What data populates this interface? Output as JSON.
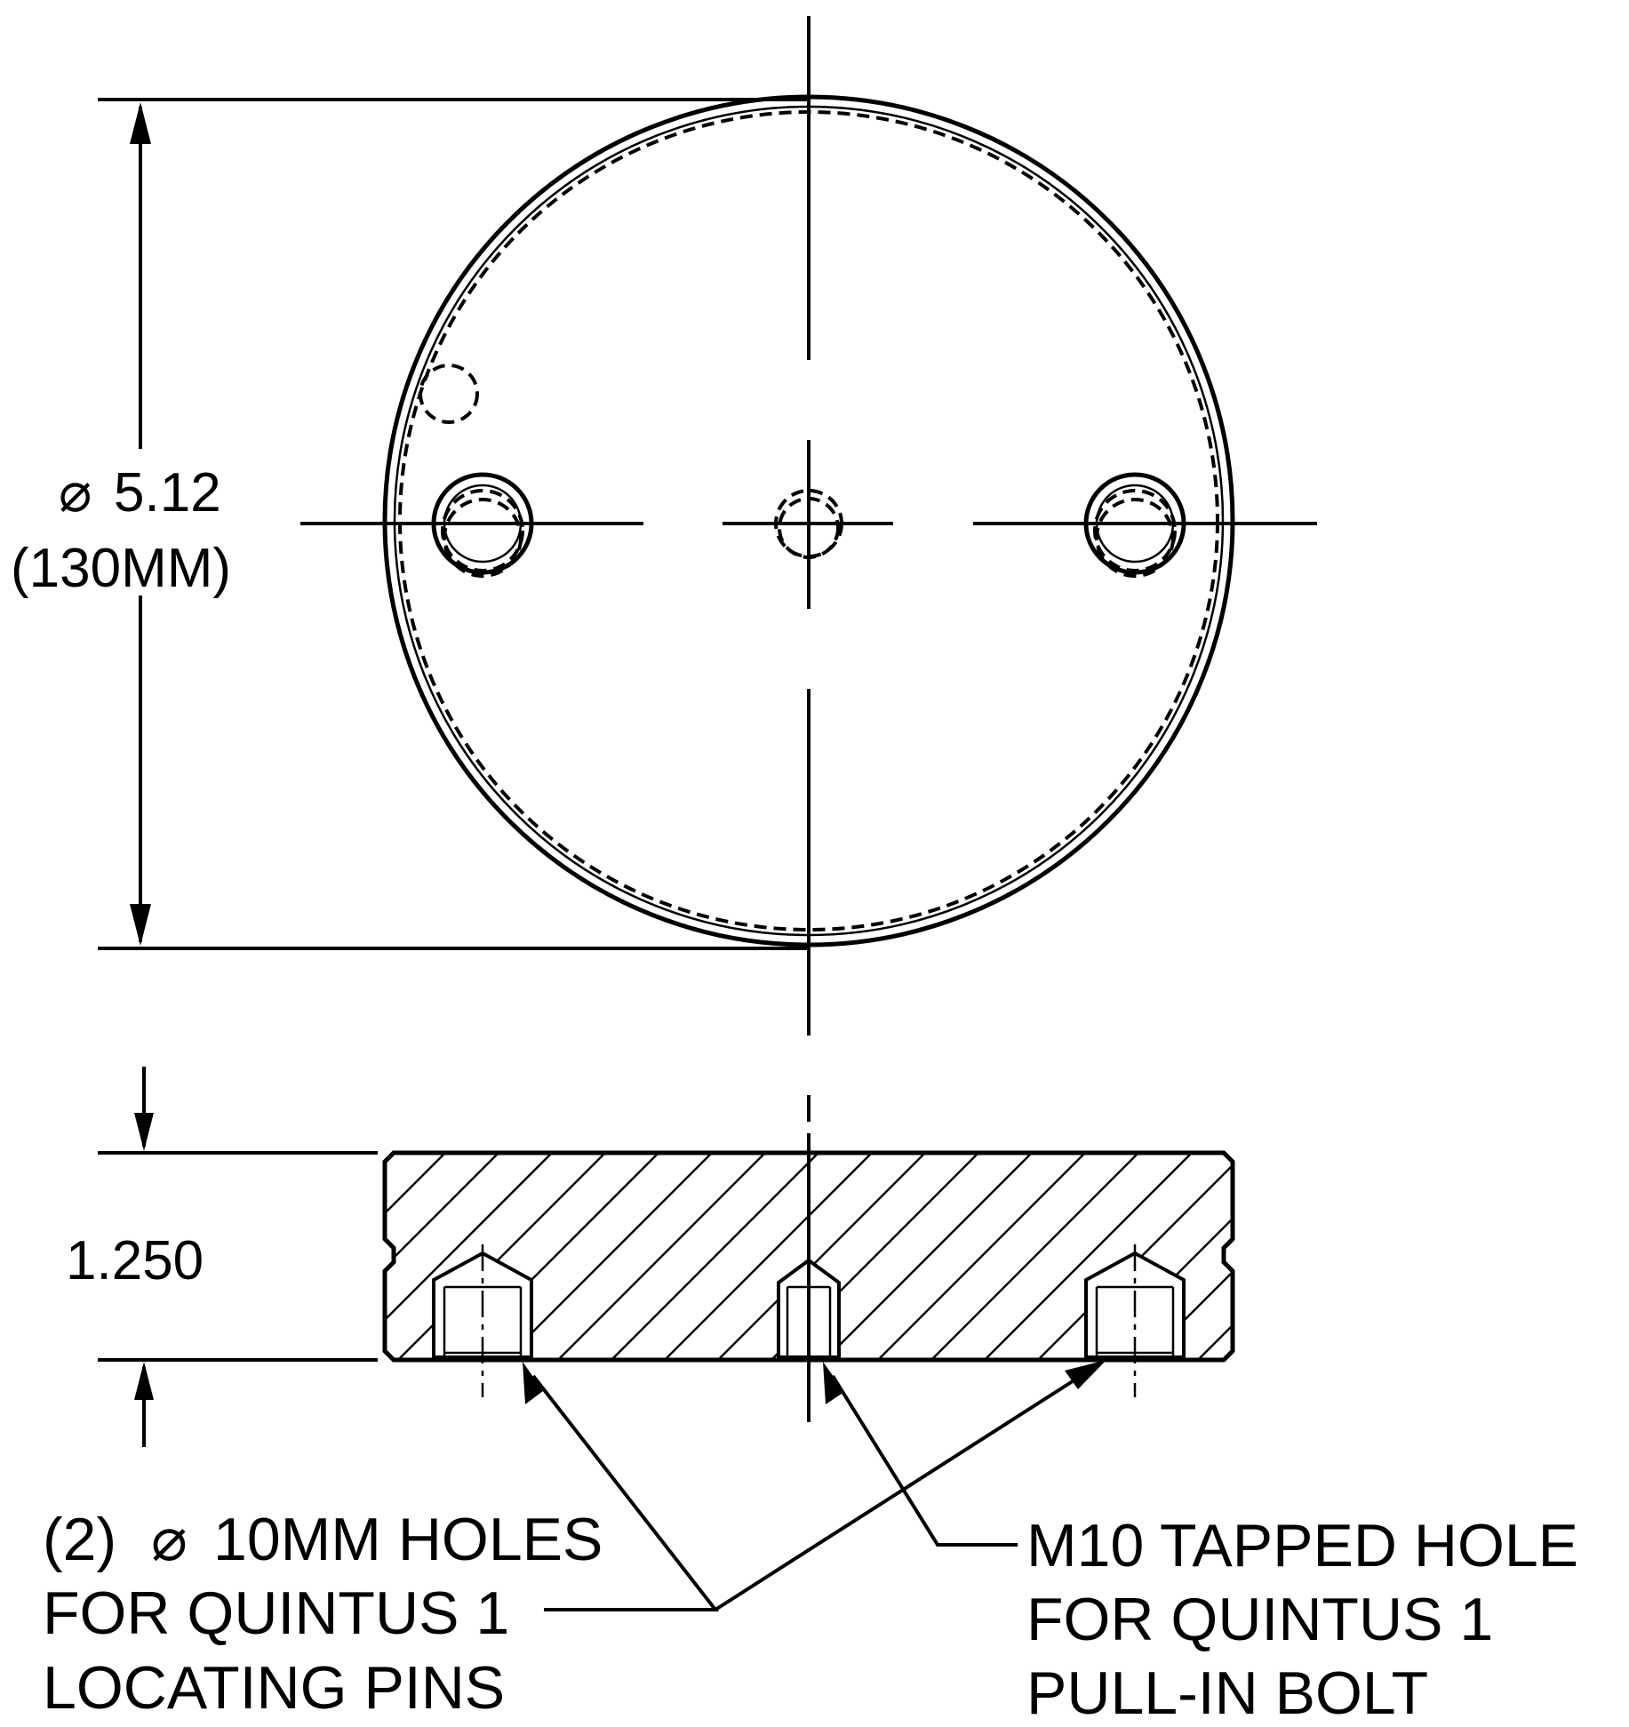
{
  "drawing": {
    "diameter_dimension": {
      "symbol": "⌀",
      "value": "5.12",
      "metric": "(130MM)"
    },
    "thickness_dimension": {
      "value": "1.250"
    },
    "note_holes": {
      "line1_prefix": "(2)",
      "line1_symbol": "⌀",
      "line1_text": "10MM HOLES",
      "line2": "FOR QUINTUS 1",
      "line3": "LOCATING PINS"
    },
    "note_tapped": {
      "line1": "M10 TAPPED HOLE",
      "line2": "FOR QUINTUS 1",
      "line3": "PULL-IN BOLT"
    }
  }
}
